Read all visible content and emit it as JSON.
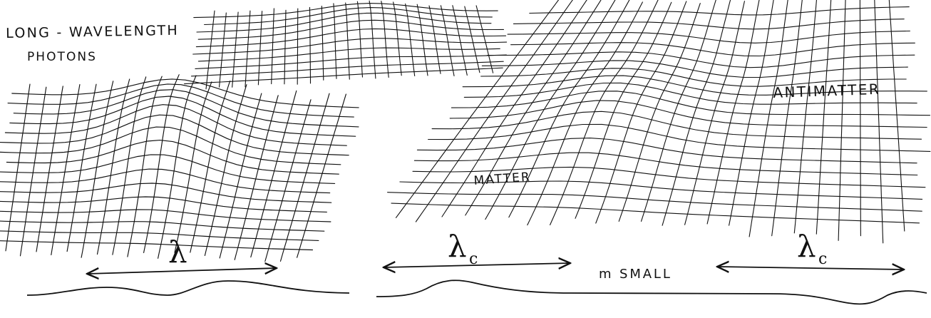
{
  "labels": {
    "photons_line1": "LONG - WAVELENGTH",
    "photons_line2": "PHOTONS",
    "antimatter": "ANTIMATTER",
    "matter": "MATTER",
    "m_small": "m  SMALL"
  },
  "symbols": {
    "lambda": "λ",
    "compton_lambda": "λ",
    "compton_subscript": "c"
  },
  "colors": {
    "ink": "#111111",
    "background": "#ffffff"
  },
  "icons": {
    "arrow": "double-headed-arrow",
    "wave": "wavy-line"
  }
}
